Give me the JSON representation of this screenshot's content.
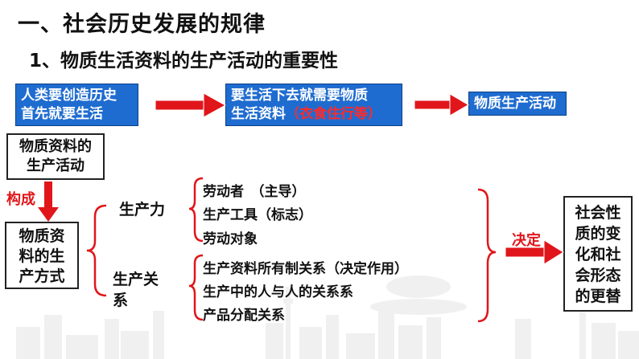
{
  "title": "一、社会历史发展的规律",
  "subtitle": "1、物质生活资料的生产活动的重要性",
  "flow": {
    "box1": [
      "人类要创造历史",
      "首先就要生活"
    ],
    "box2_line1": "要生活下去就需要物质",
    "box2_line2_main": "生活资料",
    "box2_line2_red": "（衣食住行等）",
    "box3": "物质生产活动"
  },
  "left": {
    "top_box": [
      "物质资料的",
      "生产活动"
    ],
    "compose_label": "构成",
    "mode_box": [
      "物质资",
      "料的生",
      "产方式"
    ]
  },
  "productive": {
    "label": "生产力",
    "items": [
      "劳动者　（主导）",
      "生产工具（标志）",
      "劳动对象"
    ]
  },
  "relations": {
    "label": [
      "生产关",
      "系"
    ],
    "items": [
      "生产资料所有制关系（决定作用）",
      "生产中的人与人的关系系",
      "产品分配关系"
    ]
  },
  "decide_label": "决定",
  "result_box": [
    "社会性",
    "质的变",
    "化和社",
    "会形态",
    "的更替"
  ],
  "colors": {
    "blue_box": "#1f6cd0",
    "arrow_red": "#e0161b",
    "text_red": "#e0161b"
  }
}
